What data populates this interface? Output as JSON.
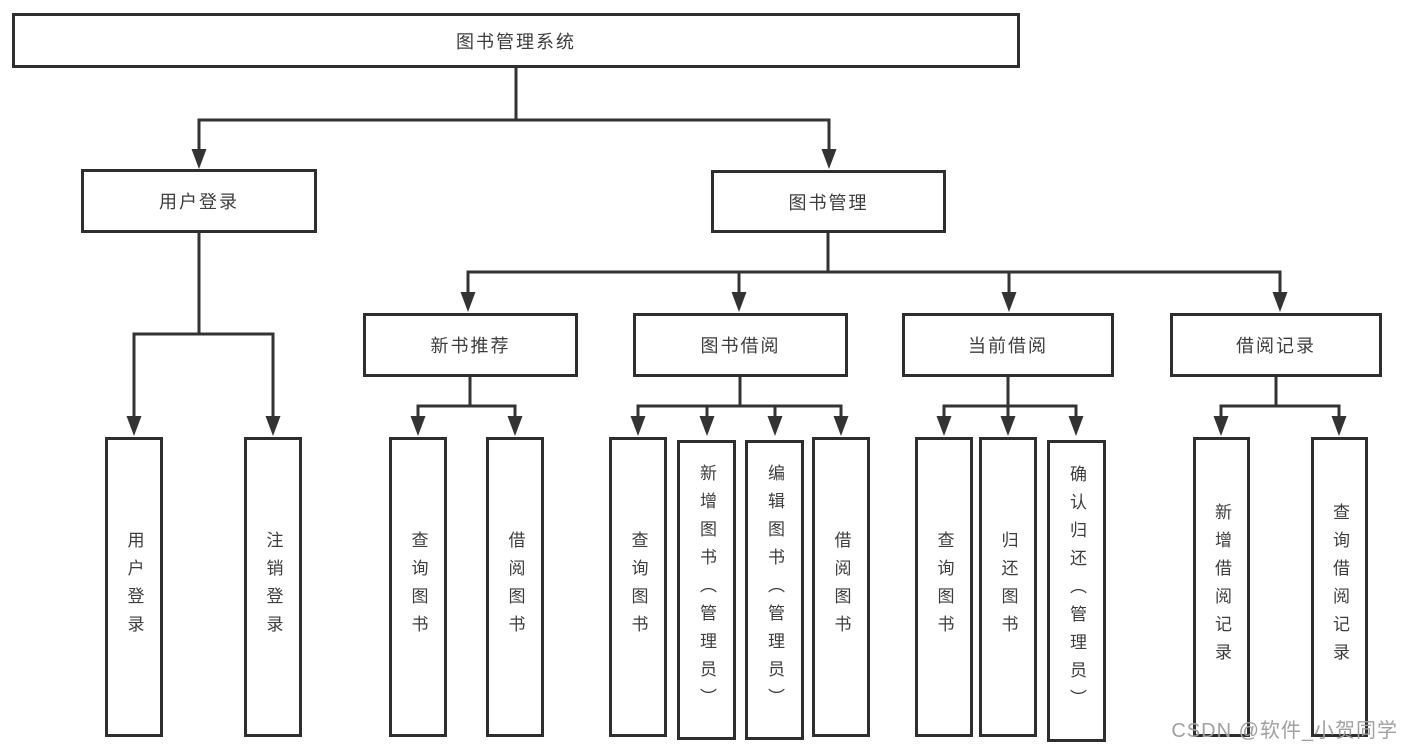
{
  "diagram": {
    "root": {
      "label": "图书管理系统"
    },
    "user_login": {
      "label": "用户登录",
      "children": {
        "login": {
          "label": "用户登录"
        },
        "logout": {
          "label": "注销登录"
        }
      }
    },
    "book_mgmt": {
      "label": "图书管理",
      "sections": {
        "new_book_rec": {
          "label": "新书推荐",
          "children": {
            "query_books": {
              "label": "查询图书"
            },
            "borrow_books": {
              "label": "借阅图书"
            }
          }
        },
        "book_borrow": {
          "label": "图书借阅",
          "children": {
            "query_books": {
              "label": "查询图书"
            },
            "add_books": {
              "label": "新增图书（管理员）"
            },
            "edit_books": {
              "label": "编辑图书（管理员）"
            },
            "borrow_books": {
              "label": "借阅图书"
            }
          }
        },
        "current_borrow": {
          "label": "当前借阅",
          "children": {
            "query_books": {
              "label": "查询图书"
            },
            "return_books": {
              "label": "归还图书"
            },
            "confirm_return": {
              "label": "确认归还（管理员）"
            }
          }
        },
        "borrow_records": {
          "label": "借阅记录",
          "children": {
            "add_record": {
              "label": "新增借阅记录"
            },
            "query_record": {
              "label": "查询借阅记录"
            }
          }
        }
      }
    }
  },
  "watermark": {
    "text": "CSDN @软件_小贺同学"
  },
  "colors": {
    "line": "#333333",
    "border": "#2e2e2e",
    "text": "#3d3d3d",
    "watermark": "#a0a0a0",
    "background": "#ffffff"
  }
}
